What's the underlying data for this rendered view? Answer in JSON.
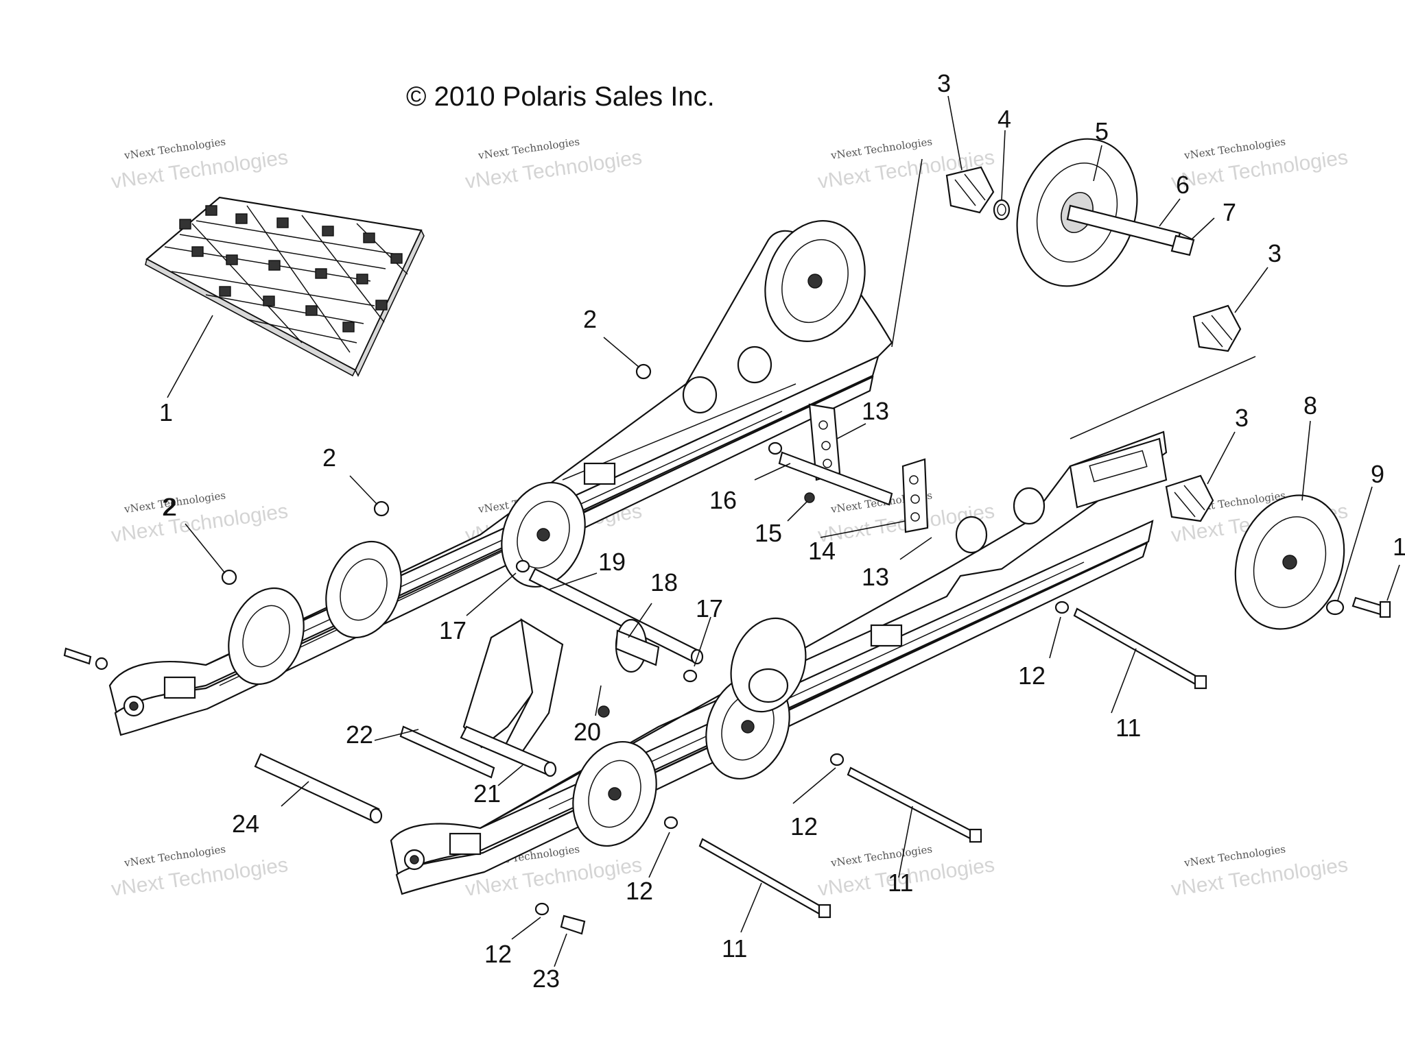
{
  "copyright": "© 2010 Polaris Sales Inc.",
  "watermark": {
    "line1": "vNext Technologies",
    "line2": "vNext Technologies"
  },
  "callouts": [
    {
      "text": "1"
    },
    {
      "text": "2"
    },
    {
      "text": "2"
    },
    {
      "text": "2"
    },
    {
      "text": "2"
    },
    {
      "text": "3"
    },
    {
      "text": "3"
    },
    {
      "text": "3"
    },
    {
      "text": "4"
    },
    {
      "text": "5"
    },
    {
      "text": "6"
    },
    {
      "text": "7"
    },
    {
      "text": "8"
    },
    {
      "text": "9"
    },
    {
      "text": "1"
    },
    {
      "text": "13"
    },
    {
      "text": "13"
    },
    {
      "text": "16"
    },
    {
      "text": "15"
    },
    {
      "text": "14"
    },
    {
      "text": "19"
    },
    {
      "text": "18"
    },
    {
      "text": "17"
    },
    {
      "text": "17"
    },
    {
      "text": "12"
    },
    {
      "text": "12"
    },
    {
      "text": "12"
    },
    {
      "text": "12"
    },
    {
      "text": "11"
    },
    {
      "text": "11"
    },
    {
      "text": "11"
    },
    {
      "text": "22"
    },
    {
      "text": "20"
    },
    {
      "text": "21"
    },
    {
      "text": "24"
    },
    {
      "text": "23"
    }
  ]
}
